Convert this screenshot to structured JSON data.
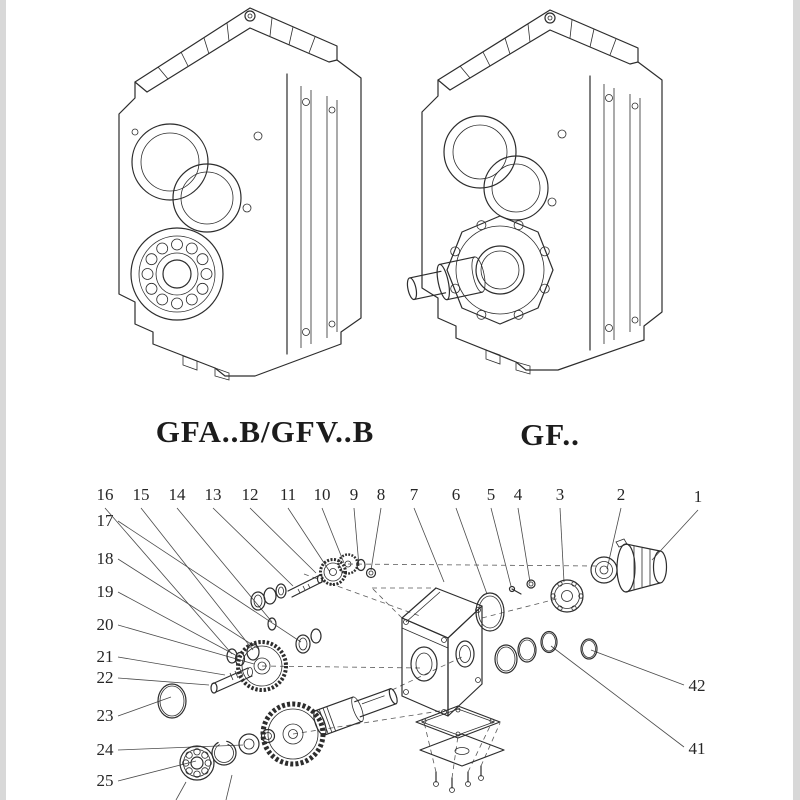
{
  "page": {
    "background": "#ffffff",
    "paper_edge_color": "#d8d8d8",
    "line_color": "#2d2d2d"
  },
  "figures": {
    "left_model_label": "GFA..B/GFV..B",
    "right_model_label": "GF..",
    "left_drawing": "parallel-shaft-gearbox-isometric",
    "right_drawing": "parallel-shaft-gearbox-with-output-shaft-isometric"
  },
  "exploded_view": {
    "top_callouts": [
      "16",
      "15",
      "14",
      "13",
      "12",
      "11",
      "10",
      "9",
      "8",
      "7",
      "6",
      "5",
      "4",
      "3",
      "2",
      "1"
    ],
    "left_callouts": [
      "17",
      "18",
      "19",
      "20",
      "21",
      "22",
      "23",
      "24",
      "25"
    ],
    "right_callouts": [
      "42",
      "41"
    ]
  }
}
